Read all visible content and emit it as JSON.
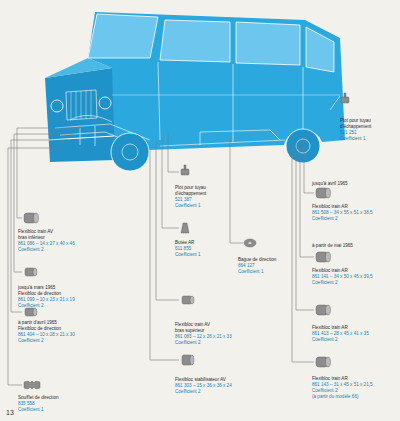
{
  "diagram": {
    "labels": [
      "Plot pour tuyau",
      "d'échappement",
      "521 251",
      "Coefficient 1",
      "Plot pour tuyau",
      "d'échappement",
      "521 387",
      "Coefficient 1",
      "jusqu'à avril 1965",
      "Flexibloc train AR",
      "861 508 – 34 x 55 x 51 x 38,5",
      "Coefficient 2",
      "Flexibloc train AV",
      "bras inférieur",
      "861 086 – 14 x 27 x 40 x 46",
      "Coefficient 2",
      "Butée AR",
      "611 855",
      "Coefficient 1",
      "à partir de mai 1965",
      "Bague de direction",
      "864 127",
      "Coefficient 1",
      "Flexibloc train AR",
      "861 141 – 34 x 50 x 45 x 39,5",
      "Coefficient 2",
      "jusqu'à mars 1965",
      "Flexibloc de direction",
      "861 099 – 10 x 23 x 21 x 19",
      "Coefficient 2",
      "à partir d'avril 1965",
      "Flexibloc de direction",
      "861 404 – 10 x 28 x 21 x 30",
      "Coefficient 2",
      "Flexibloc train AV",
      "bras supérieur",
      "861 083 – 12 x 26 x 21 x 33",
      "Coefficient 2",
      "Flexibloc train AR",
      "861 413 – 28 x 45 x 41 x 35",
      "Coefficient 2",
      "Flexibloc stabilisateur AV",
      "861 303 – 15 x 36 x 36 x 24",
      "Coefficient 2",
      "Flexibloc train AR",
      "861 143 – 31 x 45 x 51 x 21,5",
      "Coefficient 2",
      "(à partir du modèle 66)",
      "Soufflet de direction",
      "835 558",
      "Coefficient 1",
      "13"
    ]
  }
}
